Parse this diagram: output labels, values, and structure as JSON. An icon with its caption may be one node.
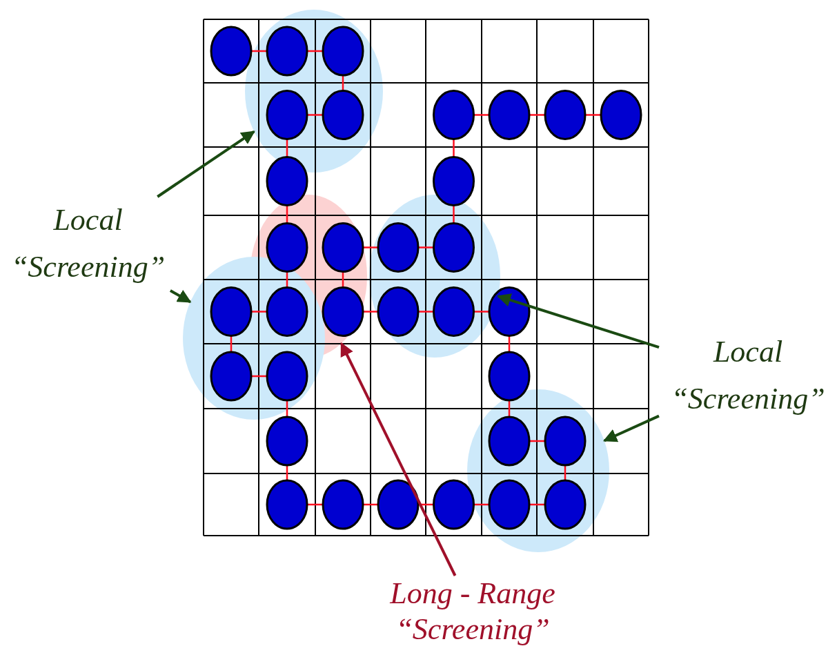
{
  "diagram": {
    "nodes": [
      {
        "text": [],
        "shape": "blob"
      },
      {
        "text": [
          "Local “Screening”"
        ]
      },
      {
        "text": [],
        "shape": "blob"
      },
      {
        "text": [],
        "shape": "blob"
      },
      {
        "text": [],
        "shape": "blob"
      },
      {
        "text": [
          "Local “Screening”"
        ]
      },
      {
        "text": [],
        "shape": "blob"
      },
      {
        "text": [
          "Long - Range “Screening”"
        ]
      }
    ],
    "edges": [
      {
        "from": 1,
        "to": 0,
        "arrow": "to"
      },
      {
        "from": 1,
        "to": 4,
        "arrow": "to"
      },
      {
        "from": 5,
        "to": 3,
        "arrow": "to"
      },
      {
        "from": 5,
        "to": 6,
        "arrow": "to"
      },
      {
        "from": 7,
        "to": 2,
        "arrow": "to",
        "color": "#a0102a"
      }
    ]
  }
}
